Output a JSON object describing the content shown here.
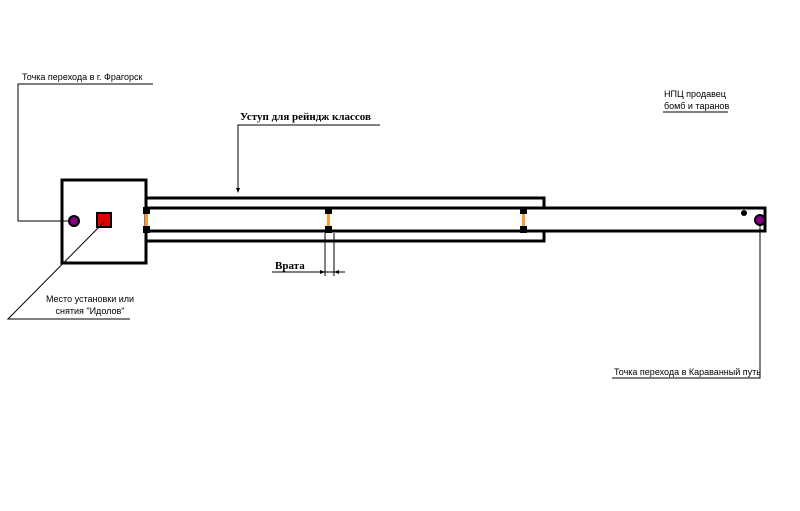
{
  "labels": {
    "frahorsk_portal": "Точка перехода в г. Фрагорск",
    "ledge": "Уступ для рейндж классов",
    "npc_line1": "НПЦ продавец",
    "npc_line2": "бомб и таранов",
    "gate": "Врата",
    "idol_line1": "Место установки или",
    "idol_line2": "снятия \"Идолов\"",
    "caravan_portal": "Точка перехода в Караванный путь"
  },
  "colors": {
    "wall": "#000000",
    "portal_fill": "#800080",
    "idol_fill": "#e00000",
    "gate_bar": "#ff9933",
    "leader": "#000000"
  },
  "icons": {
    "portal": "portal-circle-icon",
    "idol_spot": "red-square-icon",
    "npc": "npc-dot-icon"
  }
}
